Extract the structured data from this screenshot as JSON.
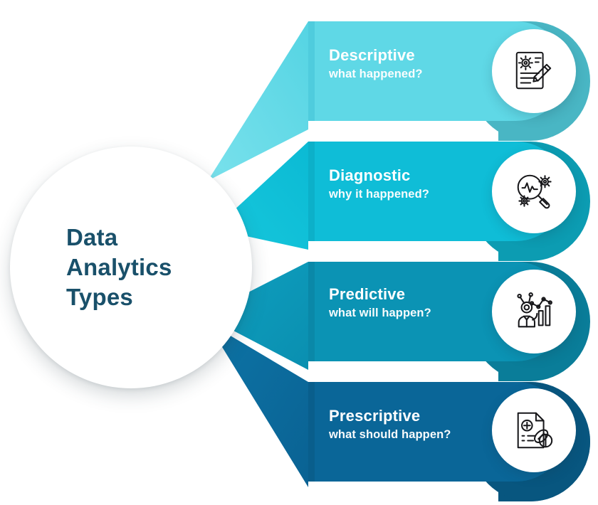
{
  "center": {
    "title": "Data Analytics Types",
    "title_color": "#19506a"
  },
  "diagram": {
    "type": "radial-fan-banner",
    "background": "#ffffff",
    "band_count": 4
  },
  "bands": [
    {
      "title": "Descriptive",
      "subtitle": "what happened?",
      "color": "#5fd8e6",
      "fold_color": "#4fccdd",
      "shadow_color": "#49b6c4",
      "wedge_color": "#63dbe8",
      "icon_name": "document-gear-pencil-icon",
      "text_color": "#ffffff"
    },
    {
      "title": "Diagnostic",
      "subtitle": "why it happened?",
      "color": "#0fbdd7",
      "fold_color": "#0cb0c9",
      "shadow_color": "#0c9cb2",
      "wedge_color": "#13c2d9",
      "icon_name": "magnifier-pulse-gears-icon",
      "text_color": "#ffffff"
    },
    {
      "title": "Predictive",
      "subtitle": "what will happen?",
      "color": "#0b93b4",
      "fold_color": "#0a88a8",
      "shadow_color": "#0a7d99",
      "wedge_color": "#0d99ba",
      "icon_name": "analyst-forecast-chart-icon",
      "text_color": "#ffffff"
    },
    {
      "title": "Prescriptive",
      "subtitle": "what should happen?",
      "color": "#0a6698",
      "fold_color": "#095e8c",
      "shadow_color": "#08567f",
      "wedge_color": "#0c6d9e",
      "icon_name": "prescription-pills-icon",
      "text_color": "#ffffff"
    }
  ]
}
